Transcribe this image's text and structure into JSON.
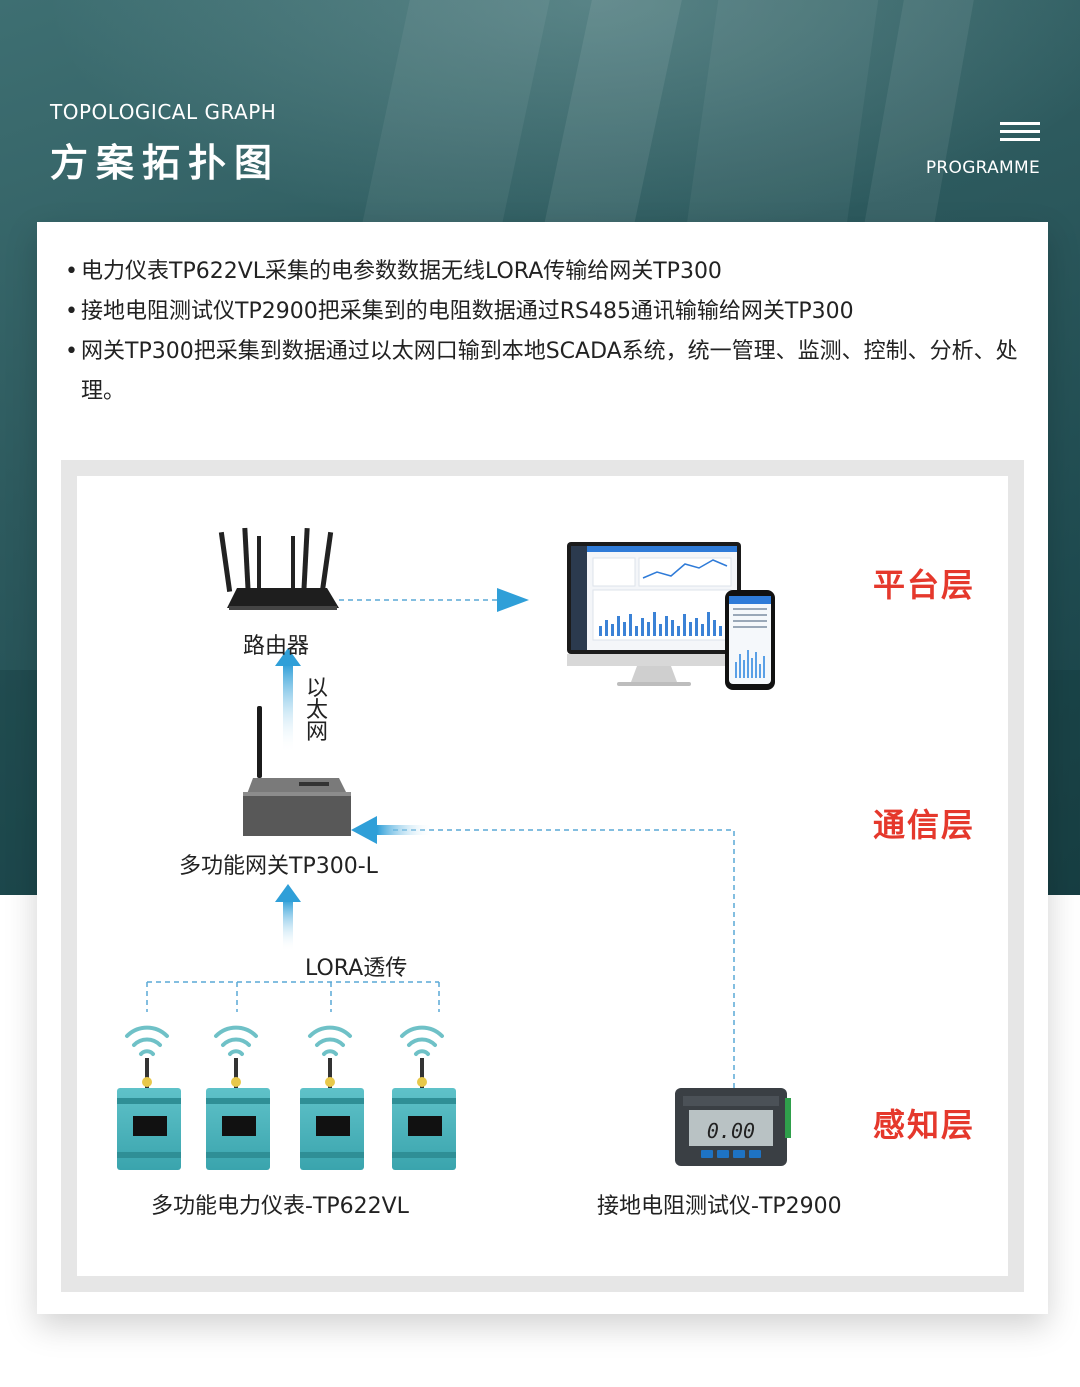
{
  "header": {
    "title_en": "TOPOLOGICAL GRAPH",
    "title_cn": "方案拓扑图",
    "nav_label": "PROGRAMME",
    "menu_icon": "hamburger-menu-icon"
  },
  "colors": {
    "accent_red": "#e5382c",
    "arrow_blue": "#2f9fd8",
    "hero_teal": "#2d5a5e"
  },
  "description": [
    "电力仪表TP622VL采集的电参数数据无线LORA传输给网关TP300",
    "接地电阻测试仪TP2900把采集到的电阻数据通过RS485通讯输输给网关TP300",
    "网关TP300把采集到数据通过以太网口输到本地SCADA系统，统一管理、监测、控制、分析、处理。"
  ],
  "diagram": {
    "layers": [
      "平台层",
      "通信层",
      "感知层"
    ],
    "router_label": "路由器",
    "ethernet_label": "以太网",
    "gateway_label": "多功能网关TP300-L",
    "lora_label": "LORA透传",
    "meter_label": "多功能电力仪表-TP622VL",
    "tester_label": "接地电阻测试仪-TP2900",
    "tester_display": "0.00"
  }
}
